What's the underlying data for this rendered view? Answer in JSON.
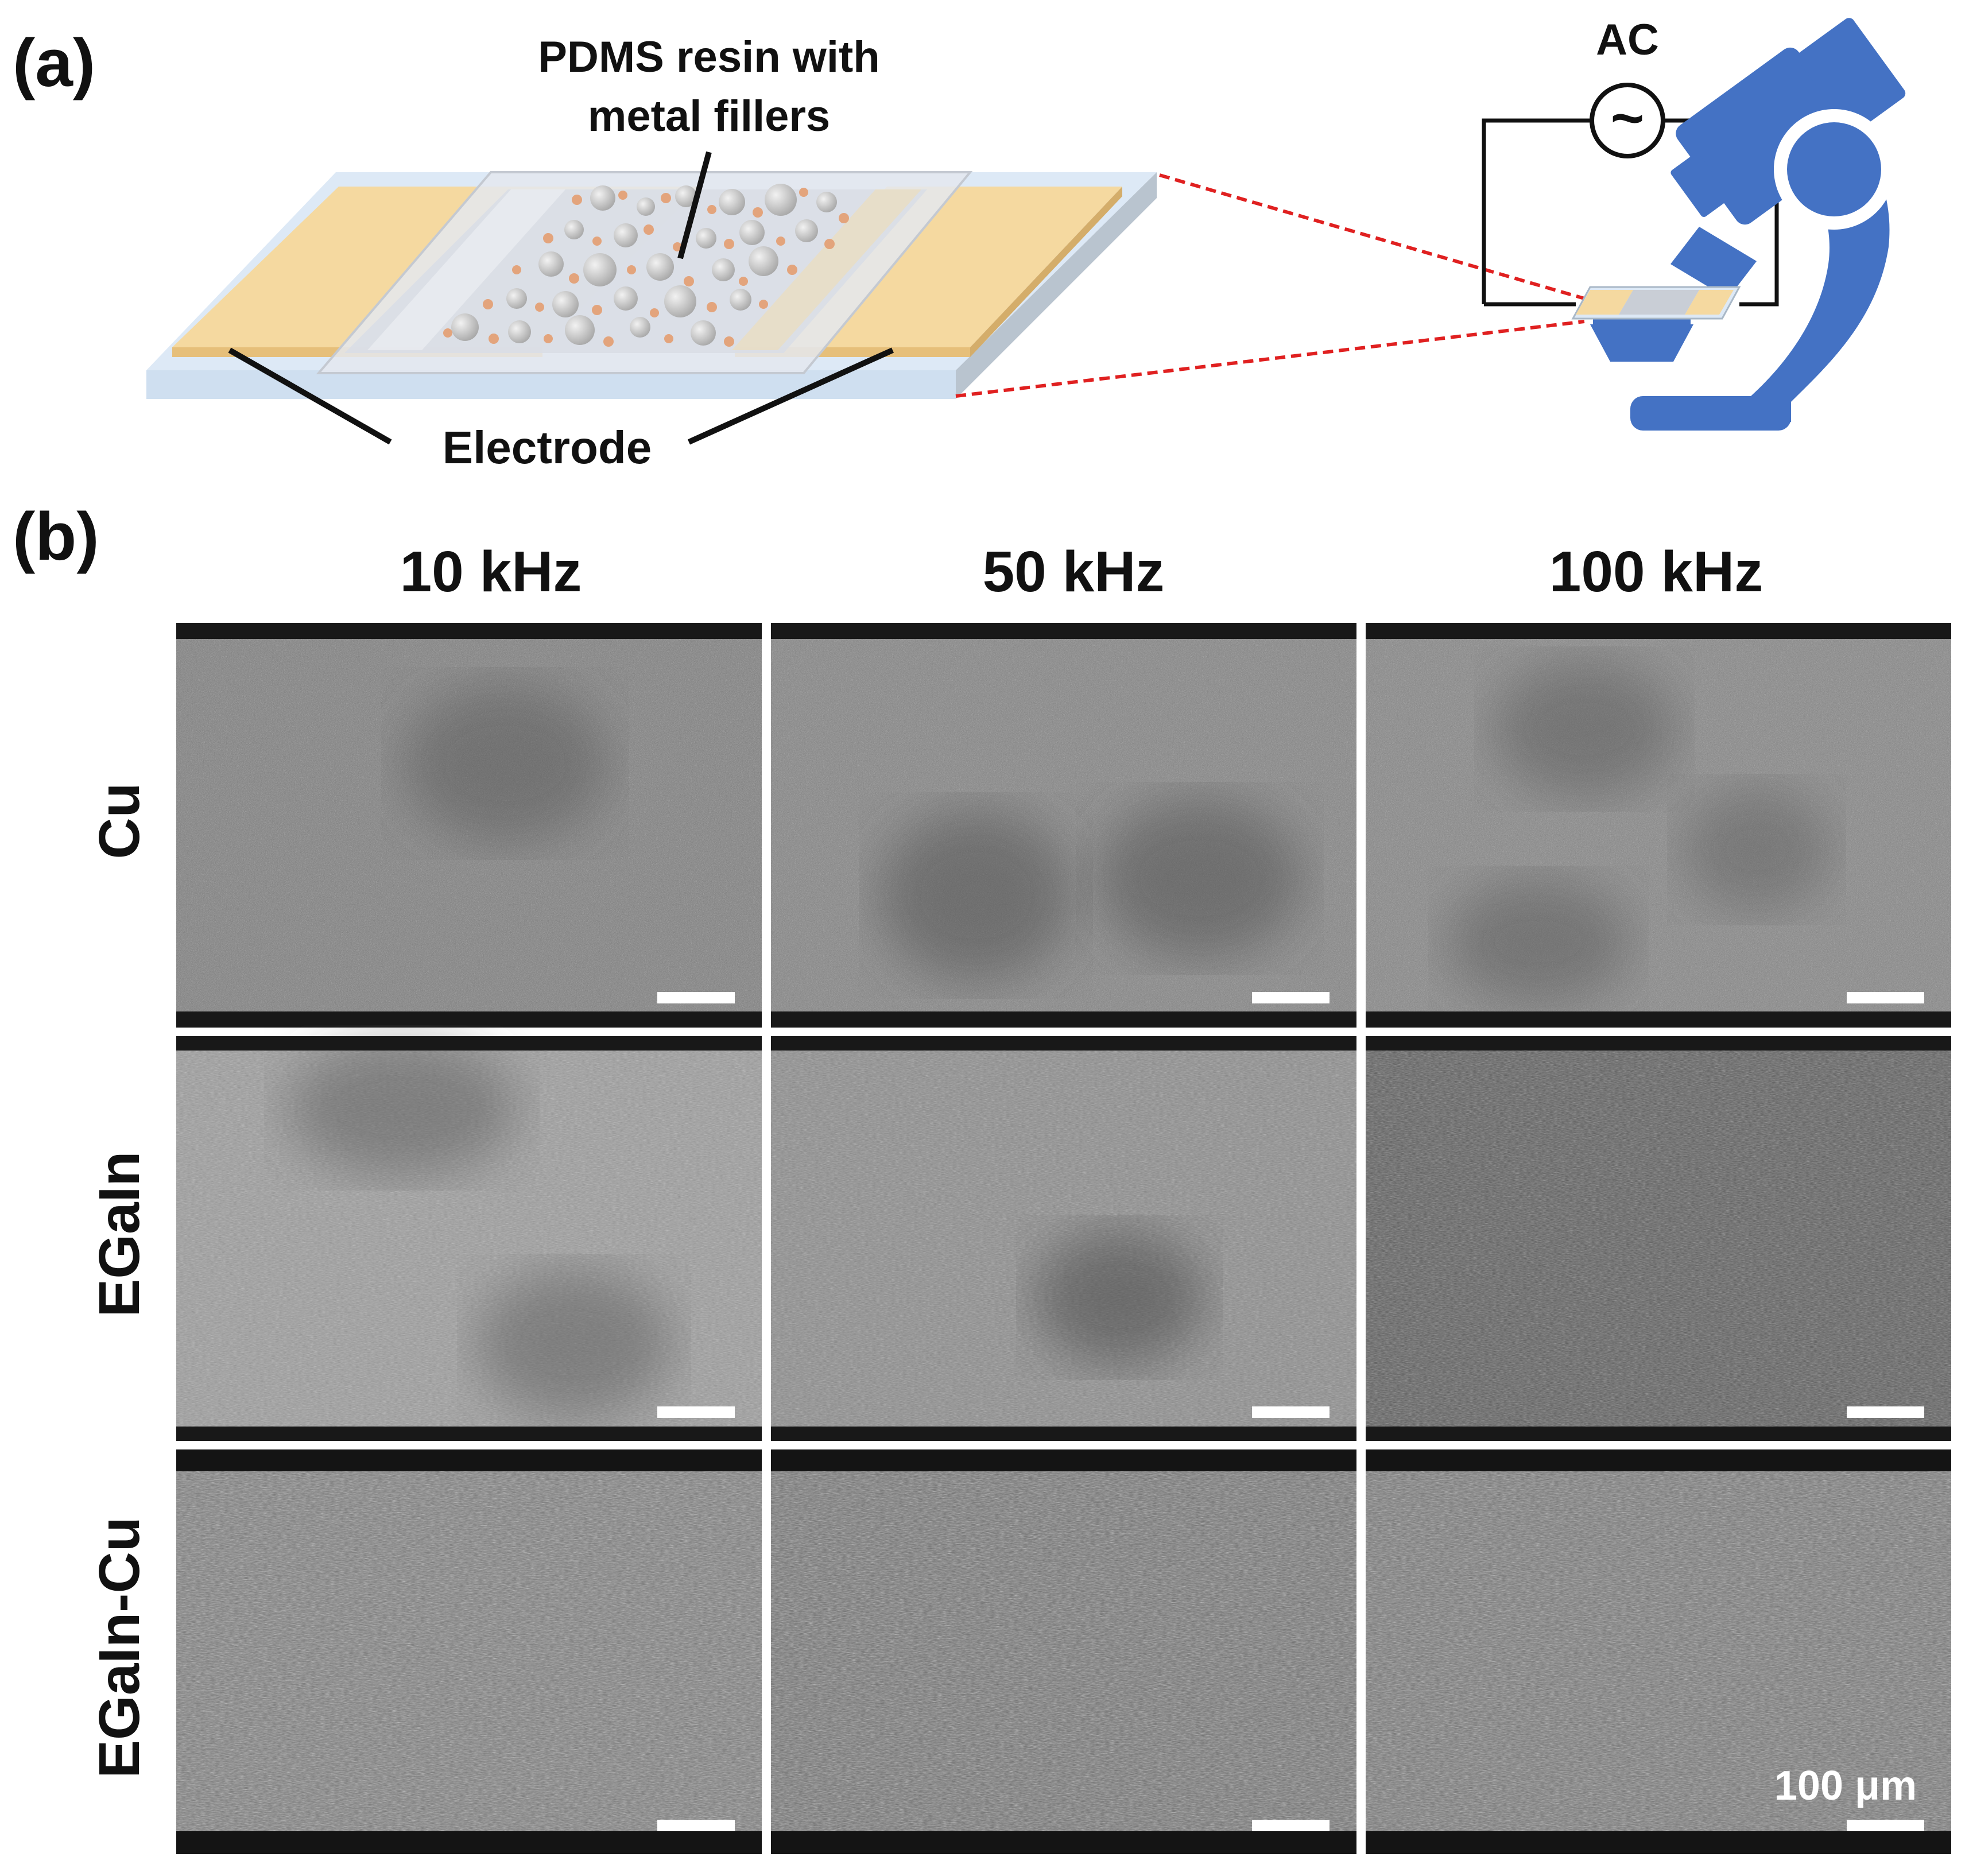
{
  "panel_a": {
    "label": "(a)",
    "resin_label_line1": "PDMS resin with",
    "resin_label_line2": "metal fillers",
    "electrode_label": "Electrode",
    "ac_label": "AC",
    "ac_symbol": "~",
    "colors": {
      "electrode": "#f5d9a0",
      "substrate": "#dde9f6",
      "resin": "#e4e8ee",
      "copper_filler": "#e3a47c",
      "metal_filler": "#bfbfbf",
      "microscope": "#4472c4",
      "zoom_lines": "#e02020"
    }
  },
  "panel_b": {
    "label": "(b)",
    "columns": [
      "10 kHz",
      "50 kHz",
      "100 kHz"
    ],
    "rows": [
      "Cu",
      "EGaIn",
      "EGaIn-Cu"
    ],
    "scale_bar_label": "100 μm",
    "image_style": "grayscale micrographs"
  }
}
